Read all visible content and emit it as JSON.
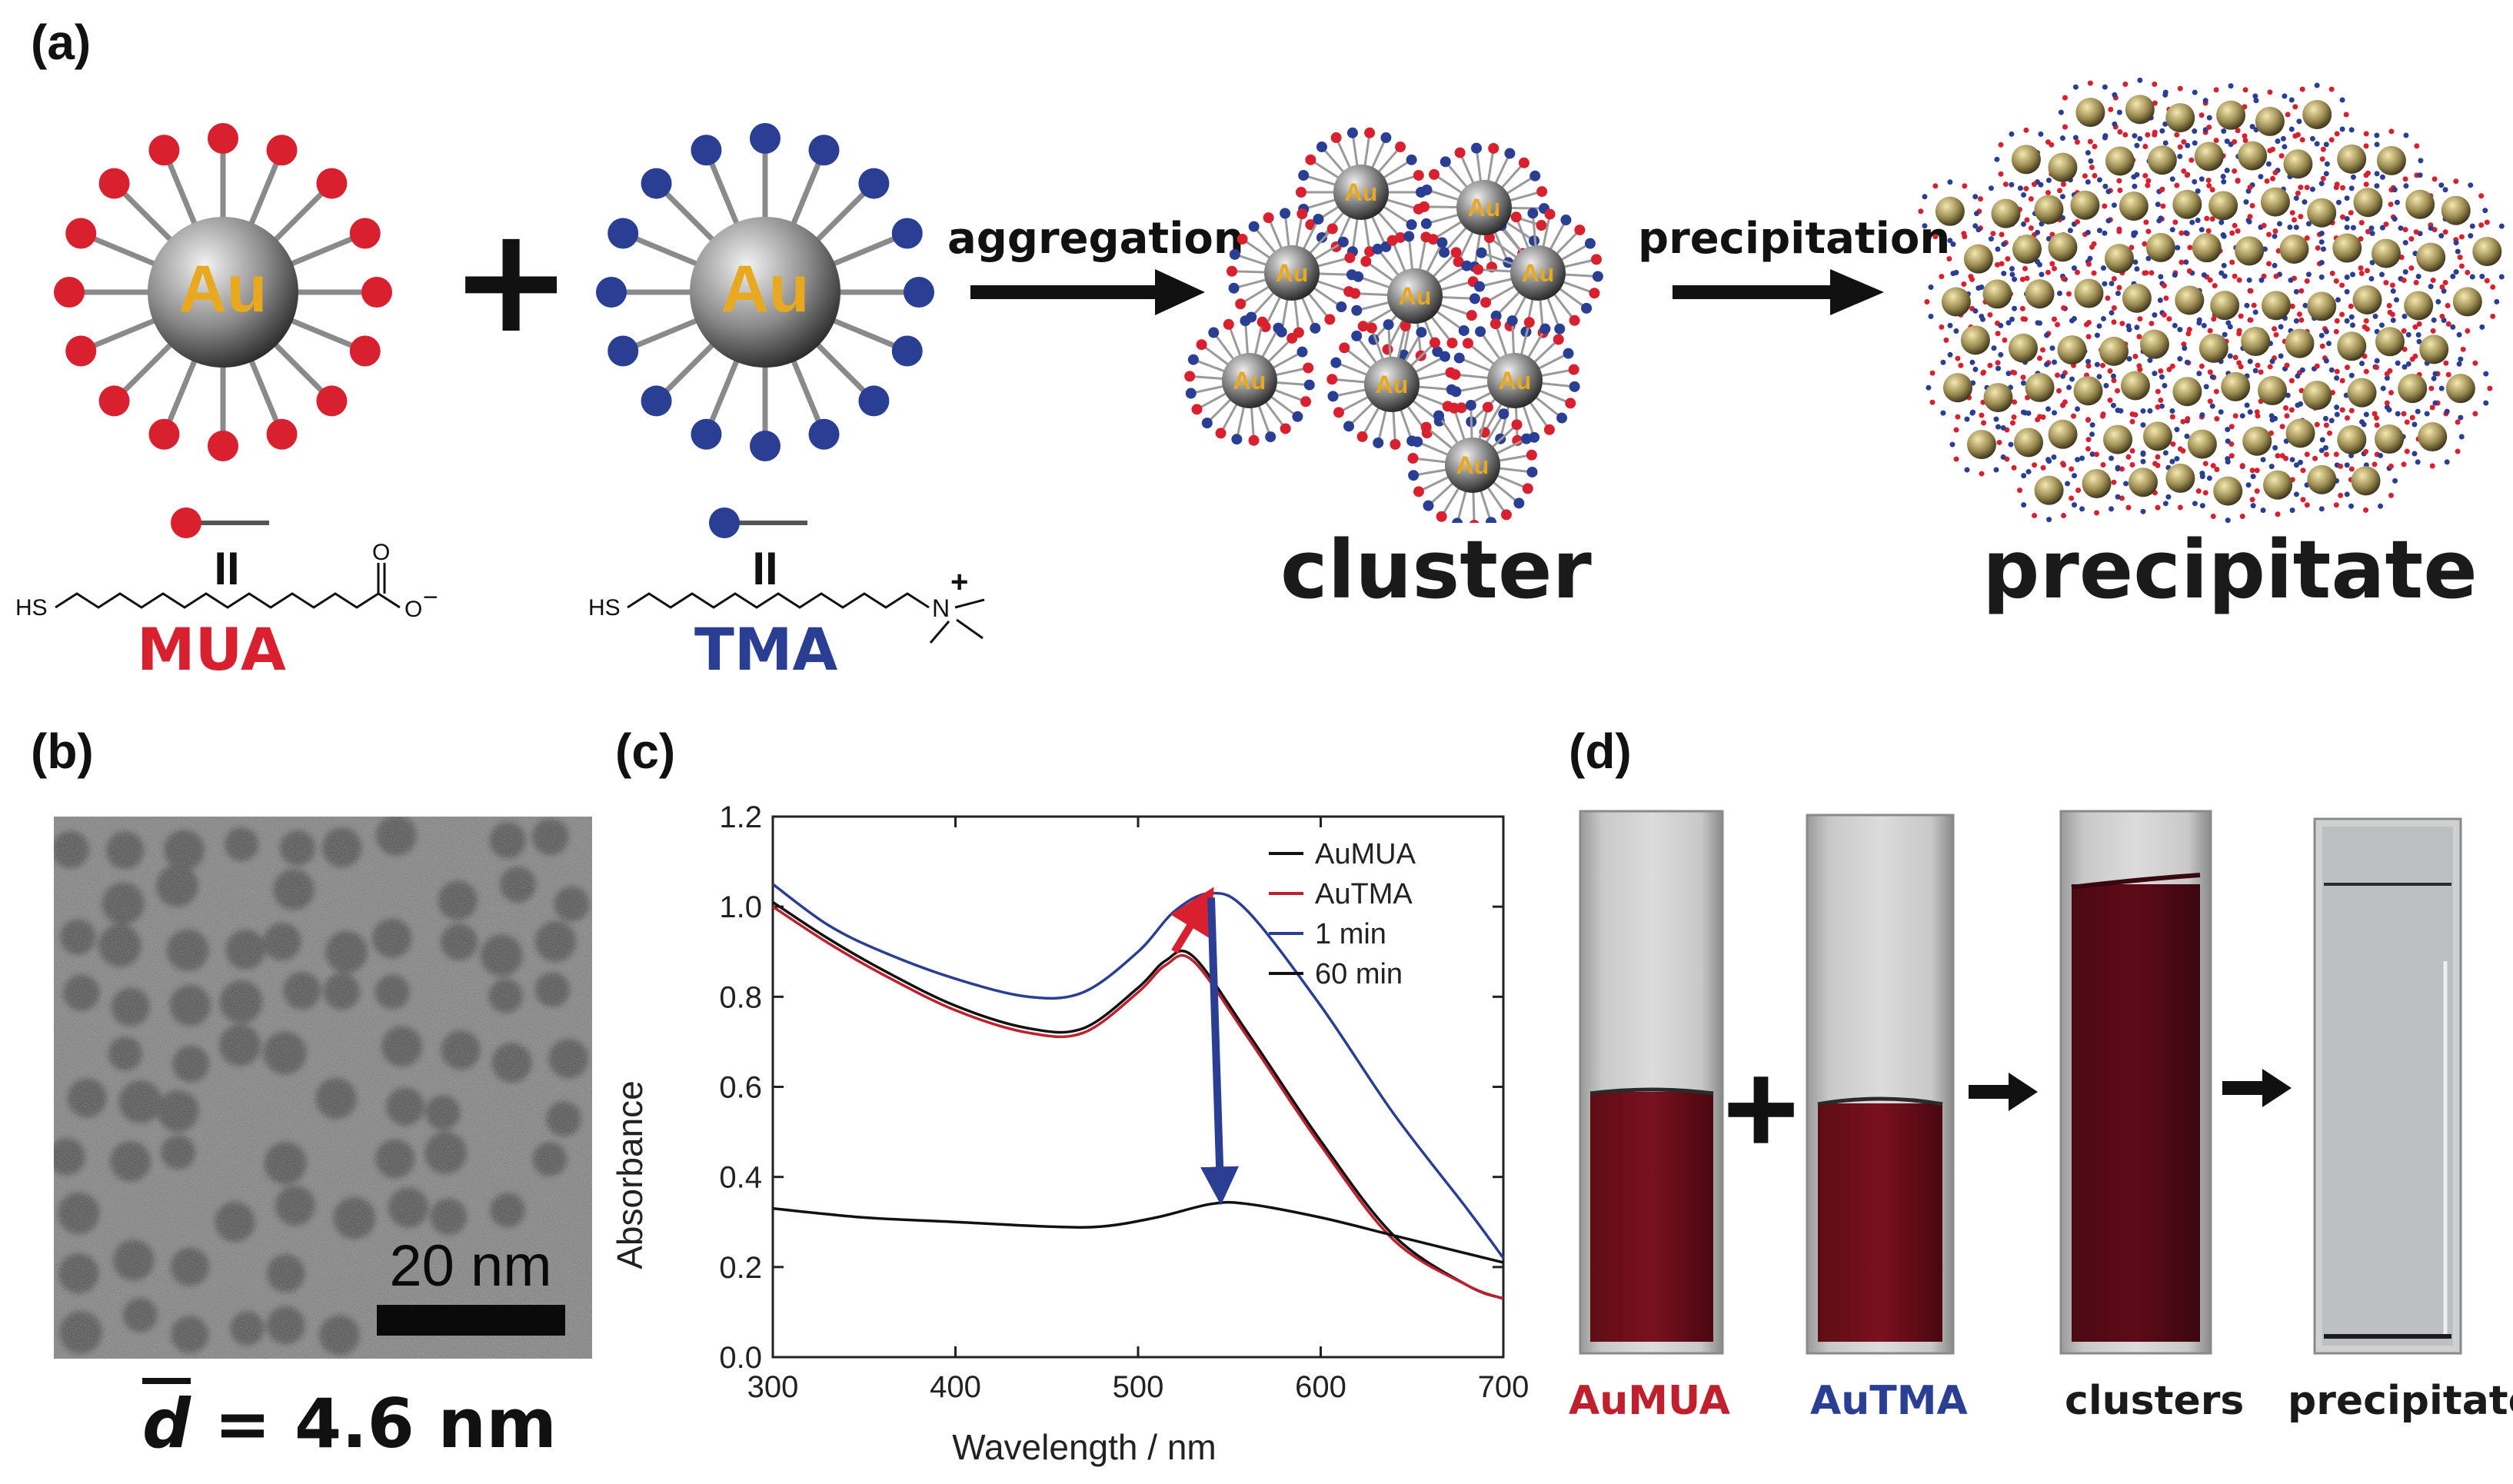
{
  "panels": {
    "a": {
      "label": "(a)",
      "au_symbol": "Au",
      "plus": "+",
      "arrow1_label": "aggregation",
      "arrow2_label": "precipitation",
      "cluster_word": "cluster",
      "precipitate_word": "precipitate",
      "mua": {
        "name": "MUA",
        "equals": "II",
        "hs": "HS",
        "oxygen": "O",
        "charge": "−"
      },
      "tma": {
        "name": "TMA",
        "equals": "II",
        "hs": "HS",
        "nitrogen": "N",
        "charge": "+"
      },
      "colors": {
        "mua": "#d8202e",
        "tma": "#2a3e94",
        "au_text": "#e8a820"
      }
    },
    "b": {
      "label": "(b)",
      "scale_bar": "20 nm",
      "diameter_symbol": "d",
      "diameter_text": "= 4.6 nm"
    },
    "c": {
      "label": "(c)"
    },
    "d": {
      "label": "(d)",
      "plus": "+",
      "vials": [
        "AuMUA",
        "AuTMA",
        "clusters",
        "precipitate"
      ],
      "vial_label_colors": [
        "#c0202e",
        "#2a3e94",
        "#1a1a1a",
        "#1a1a1a"
      ]
    }
  },
  "chart_data": {
    "type": "line",
    "title": "",
    "xlabel": "Wavelength / nm",
    "ylabel": "Absorbance",
    "xlim": [
      300,
      700
    ],
    "ylim": [
      0.0,
      1.2
    ],
    "xticks": [
      "300",
      "400",
      "500",
      "600",
      "700"
    ],
    "yticks": [
      "0.0",
      "0.2",
      "0.4",
      "0.6",
      "0.8",
      "1.0",
      "1.2"
    ],
    "legend_position": "top-right",
    "series": [
      {
        "name": "AuMUA",
        "color": "#111111",
        "x": [
          300,
          330,
          360,
          400,
          440,
          470,
          500,
          515,
          530,
          560,
          600,
          640,
          680,
          700
        ],
        "y": [
          1.01,
          0.93,
          0.86,
          0.78,
          0.73,
          0.73,
          0.82,
          0.88,
          0.89,
          0.72,
          0.48,
          0.27,
          0.16,
          0.13
        ]
      },
      {
        "name": "AuTMA",
        "color": "#c0202e",
        "x": [
          300,
          330,
          360,
          400,
          440,
          470,
          500,
          515,
          530,
          560,
          600,
          640,
          680,
          700
        ],
        "y": [
          1.0,
          0.92,
          0.85,
          0.77,
          0.72,
          0.72,
          0.81,
          0.87,
          0.88,
          0.71,
          0.47,
          0.26,
          0.16,
          0.13
        ]
      },
      {
        "name": "1 min",
        "color": "#2a3e94",
        "x": [
          300,
          330,
          360,
          400,
          440,
          470,
          500,
          520,
          540,
          560,
          600,
          640,
          680,
          700
        ],
        "y": [
          1.05,
          0.96,
          0.9,
          0.84,
          0.8,
          0.81,
          0.9,
          0.99,
          1.03,
          0.99,
          0.78,
          0.54,
          0.33,
          0.22
        ]
      },
      {
        "name": "60 min",
        "color": "#111111",
        "x": [
          300,
          350,
          400,
          450,
          480,
          510,
          540,
          560,
          600,
          640,
          680,
          700
        ],
        "y": [
          0.33,
          0.31,
          0.3,
          0.29,
          0.29,
          0.31,
          0.34,
          0.34,
          0.31,
          0.27,
          0.23,
          0.21
        ]
      }
    ]
  }
}
